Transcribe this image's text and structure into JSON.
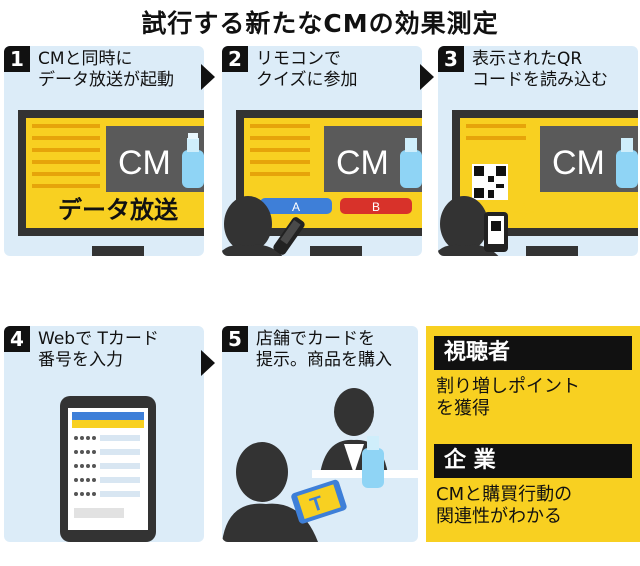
{
  "title": "試行する新たなCMの効果測定",
  "steps": [
    {
      "num": "1",
      "caption": "CMと同時に\nデータ放送が起動"
    },
    {
      "num": "2",
      "caption": "リモコンで\nクイズに参加"
    },
    {
      "num": "3",
      "caption": "表示されたQR\nコードを読み込む"
    },
    {
      "num": "4",
      "caption": "Webで Tカード\n番号を入力"
    },
    {
      "num": "5",
      "caption": "店舗でカードを\n提示。商品を購入"
    }
  ],
  "screen": {
    "cm_label": "CM",
    "data_broadcast_label": "データ放送",
    "button_a": "A",
    "button_b": "B",
    "card_letter": "T"
  },
  "summary": {
    "viewer_heading": "視聴者",
    "viewer_text": "割り増しポイント\nを獲得",
    "company_heading": "企 業",
    "company_text": "CMと購買行動の\n関連性がわかる"
  },
  "colors": {
    "panel_bg": "#dcecf8",
    "accent_yellow": "#f8d021",
    "screen_dark": "#5a5a5a",
    "button_a": "#3e7fd8",
    "button_b": "#d8322a"
  }
}
